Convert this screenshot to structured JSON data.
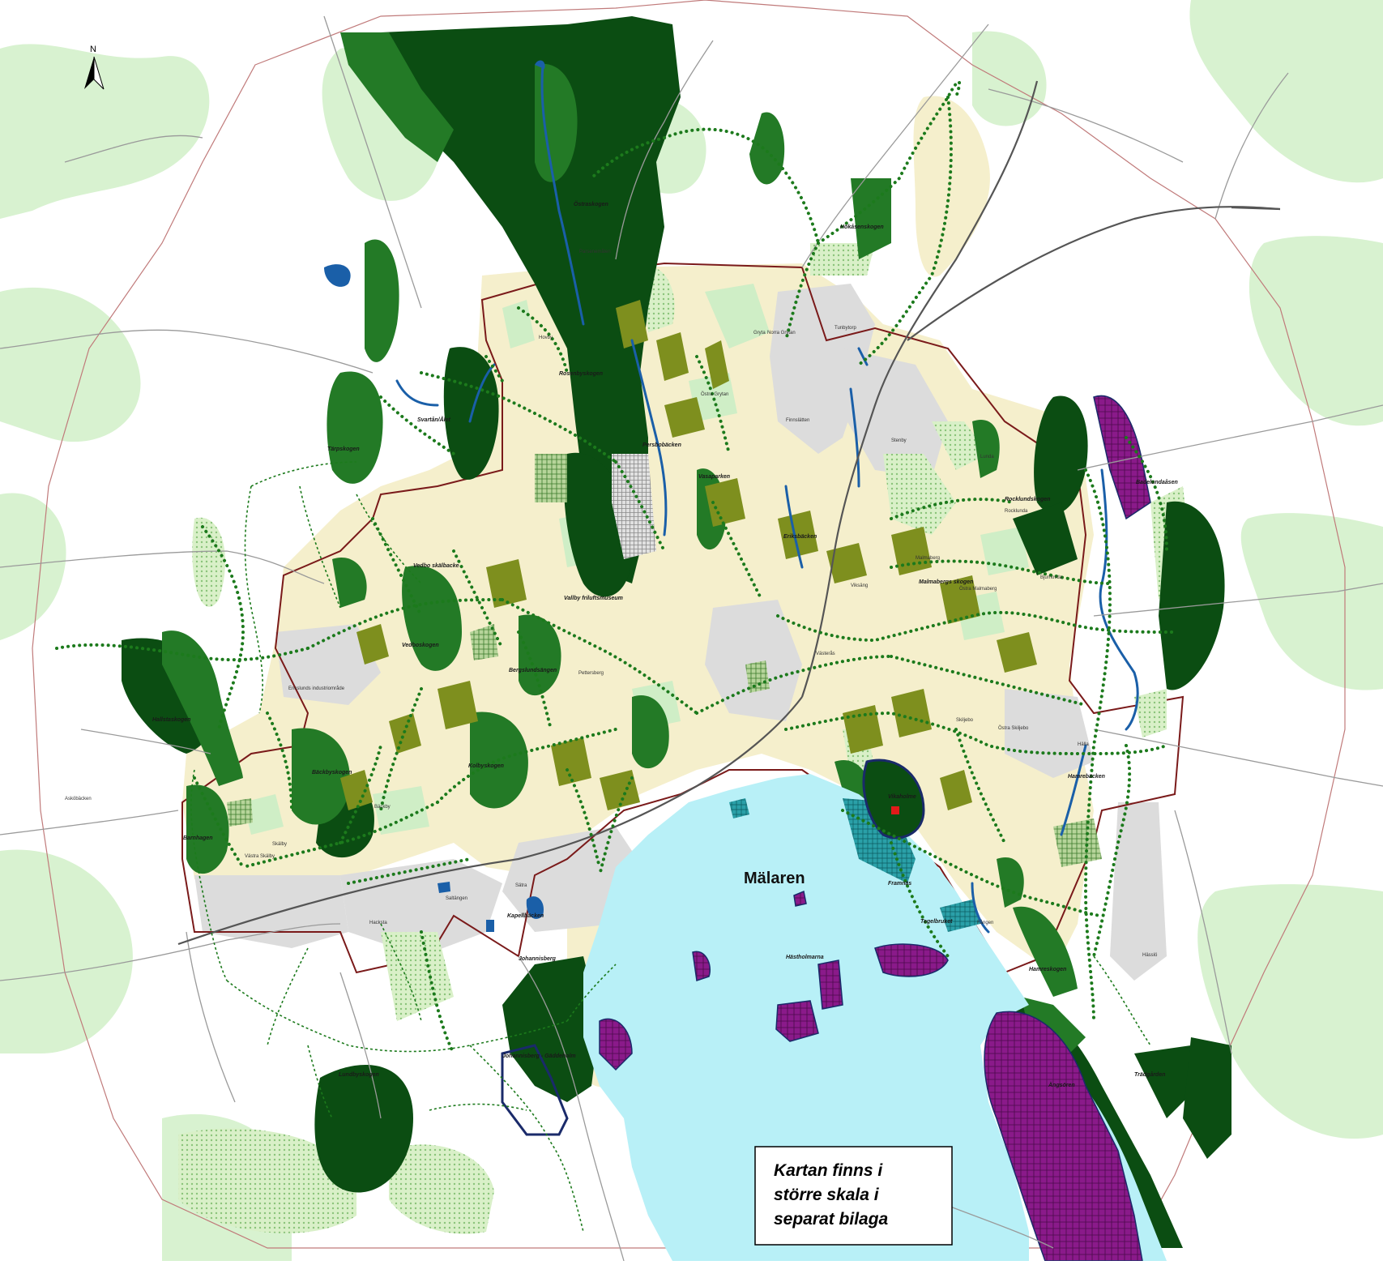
{
  "north_label": "N",
  "water_label": "Mälaren",
  "note_lines": [
    "Kartan finns i",
    "större skala i",
    "separat bilaga"
  ],
  "labels": {
    "ostraskogen": "Östraskogen",
    "parsenemalen": "Parsenemålen",
    "hokasenskogen": "Hökåsenskogen",
    "rosenbyskogen": "Rosenbyskogen",
    "svartan": "Svartån/Ålet",
    "tarpskogen": "Tärpskogen",
    "persbobacken": "Persbobäcken",
    "vasaarken": "Vasaparken",
    "erikbacken": "Eriksbäcken",
    "badelundaasen": "Badelundaåsen",
    "rocklundskogen": "Rocklundskogen",
    "malmabergsskogen": "Malmabergs skogen",
    "vedbo_skalbacke": "Vedbo skälbacke",
    "vedboskogen": "Vedboskogen",
    "vallby": "Vallby friluftsmuseum",
    "hallstaskogen": "Hallstaskogen",
    "bergslunden": "Bergslundsängen",
    "kallskogen": "Kolbyskogen",
    "backbyskogen": "Bäckbyskogen",
    "barnhagen": "Barnhagen",
    "askobacken": "Asköbäcken",
    "hamrebacken": "Hamrebäcken",
    "framnas": "Framnäs",
    "tegelbruket": "Tegelbruket",
    "hamreskogen": "Hamreskogen",
    "hastholmarna": "Hästholmarna",
    "johannisberg": "Johannisberg",
    "kapellbacken": "Kapellbäcken",
    "lundbyskogen": "Lundbyskogen",
    "johannisberg_gastis": "Johannisberg - Gäddeholm",
    "angsoren": "Ängsören",
    "tradarden": "Trädgården",
    "vikaholme": "Vikaholme",
    "hovby": "Hovby",
    "skiljebo": "Skiljebo",
    "malmaberg": "Malmaberg",
    "vasteras_c": "Västerås",
    "ostra_grytan": "Östra Grytan",
    "norra_grytan": "Norra Grytan",
    "hacklangsgatan": "Hälla",
    "saltangen": "Saltängen",
    "stenby": "Stenby",
    "lunda": "Lunda",
    "ostra_skiljebo": "Östra Skiljebo",
    "hacksta": "Hacksta",
    "vastra_skasby": "Västra Skälby",
    "backby": "Bäckby",
    "pettersberg": "Pettersberg",
    "bjurhovda": "Bjurhovda",
    "ostra_malmaberg": "Östra Malmaberg",
    "rocklunda": "Rocklunda",
    "viksang": "Viksäng",
    "gryta": "Gryta",
    "tunbytorp": "Tunbytorp",
    "finnslatten": "Finnslätten",
    "erikslund": "Erikslunds industriområde",
    "sk": "Skälby",
    "hessle": "Hässlö",
    "fangan": "Fången",
    "sater": "Sätra"
  },
  "colors": {
    "urban": "#f5efcc",
    "industry": "#d8d8d8",
    "forest_dark": "#0b4d12",
    "forest_mid": "#1f7a22",
    "greenspace": "#cfeec6",
    "olive": "#7e8f1e",
    "water": "#b8f0f7",
    "stream": "#1a5fa8",
    "boundary": "#7a1a1a",
    "trail": "#1c7a1c",
    "reserve": "#8a1a8a"
  }
}
